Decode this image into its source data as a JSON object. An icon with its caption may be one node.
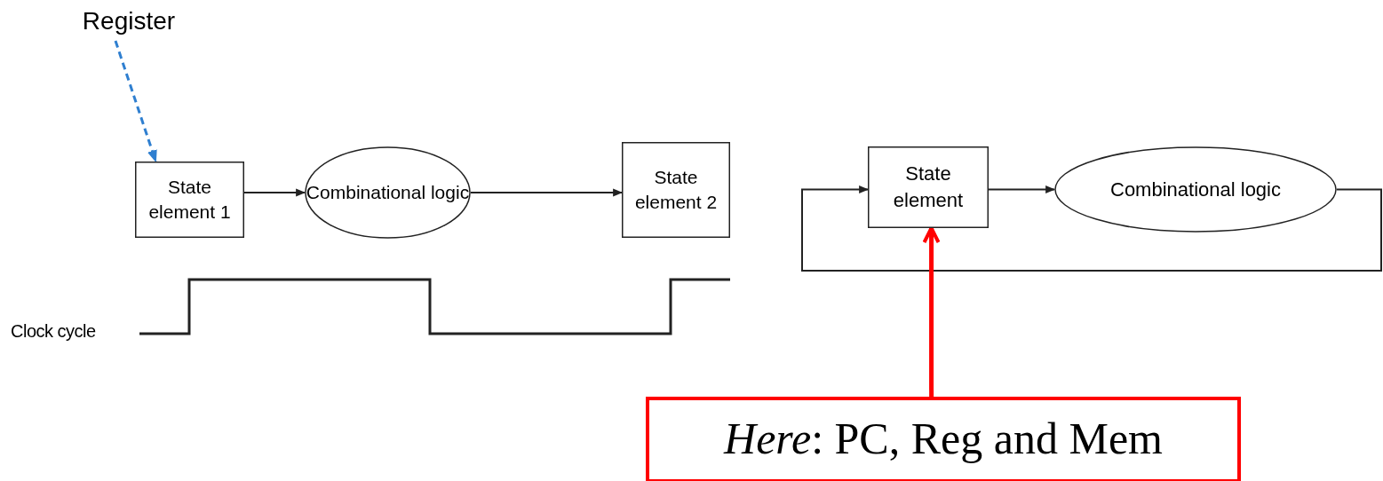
{
  "diagram": {
    "nodes": [
      {
        "text": [
          "Register"
        ]
      },
      {
        "text": [
          "State element 1"
        ]
      },
      {
        "text": [
          "Combinational logic"
        ]
      },
      {
        "text": [
          "State element 2"
        ]
      },
      {
        "text": [
          "State element"
        ]
      },
      {
        "text": [
          "Combinational logic"
        ]
      },
      {
        "text": [
          "*Here*: PC, Reg and Mem"
        ]
      }
    ],
    "edges": [
      {
        "from": 0,
        "to": 1,
        "arrow": "to",
        "style": "dashed",
        "color": "#2f7fd0"
      },
      {
        "from": 1,
        "to": 2,
        "arrow": "to"
      },
      {
        "from": 2,
        "to": 3,
        "arrow": "to"
      },
      {
        "from": 4,
        "to": 5,
        "arrow": "to"
      },
      {
        "from": 5,
        "to": 4,
        "arrow": "to"
      },
      {
        "from": 6,
        "to": 4,
        "arrow": "to",
        "style": "thick",
        "color": "#ff0000"
      }
    ],
    "labels": [
      "Clock cycle"
    ]
  }
}
